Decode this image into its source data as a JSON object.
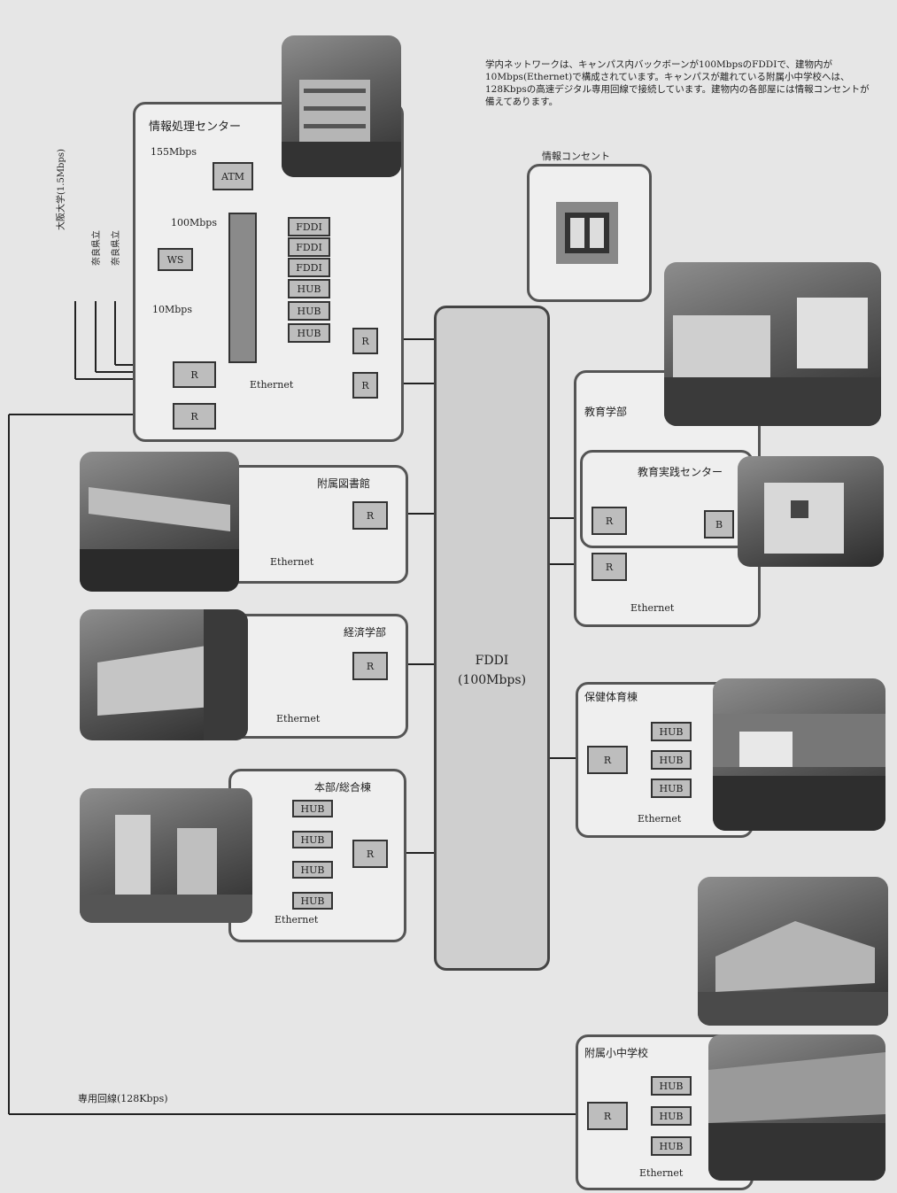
{
  "note": "学内ネットワークは、キャンパス内バックボーンが100MbpsのFDDIで、建物内が10Mbps(Ethernet)で構成されています。キャンパスが離れている附属小中学校へは、128Kbpsの高速デジタル専用回線で接続しています。建物内の各部屋には情報コンセントが備えてあります。",
  "center": {
    "title": "情報処理センター",
    "atm_speed": "155Mbps",
    "atm": "ATM",
    "ws": "WS",
    "speed_100": "100Mbps",
    "speed_10": "10Mbps",
    "ethernet": "Ethernet"
  },
  "external": [
    "大阪大学(1.5Mbps)",
    "奈良県立",
    "奈良県立"
  ],
  "outlet": {
    "title": "情報コンセント"
  },
  "backbone": {
    "name": "FDDI",
    "speed": "(100Mbps)"
  },
  "buildings": [
    {
      "name": "附属図書館",
      "ethernet": "Ethernet"
    },
    {
      "name": "経済学部",
      "ethernet": "Ethernet"
    },
    {
      "name": "本部/総合棟",
      "ethernet": "Ethernet"
    },
    {
      "name": "教育学部",
      "ethernet": "Ethernet"
    },
    {
      "name": "教育実践センター"
    },
    {
      "name": "保健体育棟",
      "ethernet": "Ethernet"
    },
    {
      "name": "附属小中学校",
      "ethernet": "Ethernet"
    }
  ],
  "devices": {
    "router": "R",
    "bridge": "B",
    "hub": "HUB",
    "fddi_hub": "FDDI"
  },
  "leased_line": "専用回線(128Kbps)",
  "colors": {
    "box": "#bdbdbd",
    "line": "#222222"
  }
}
